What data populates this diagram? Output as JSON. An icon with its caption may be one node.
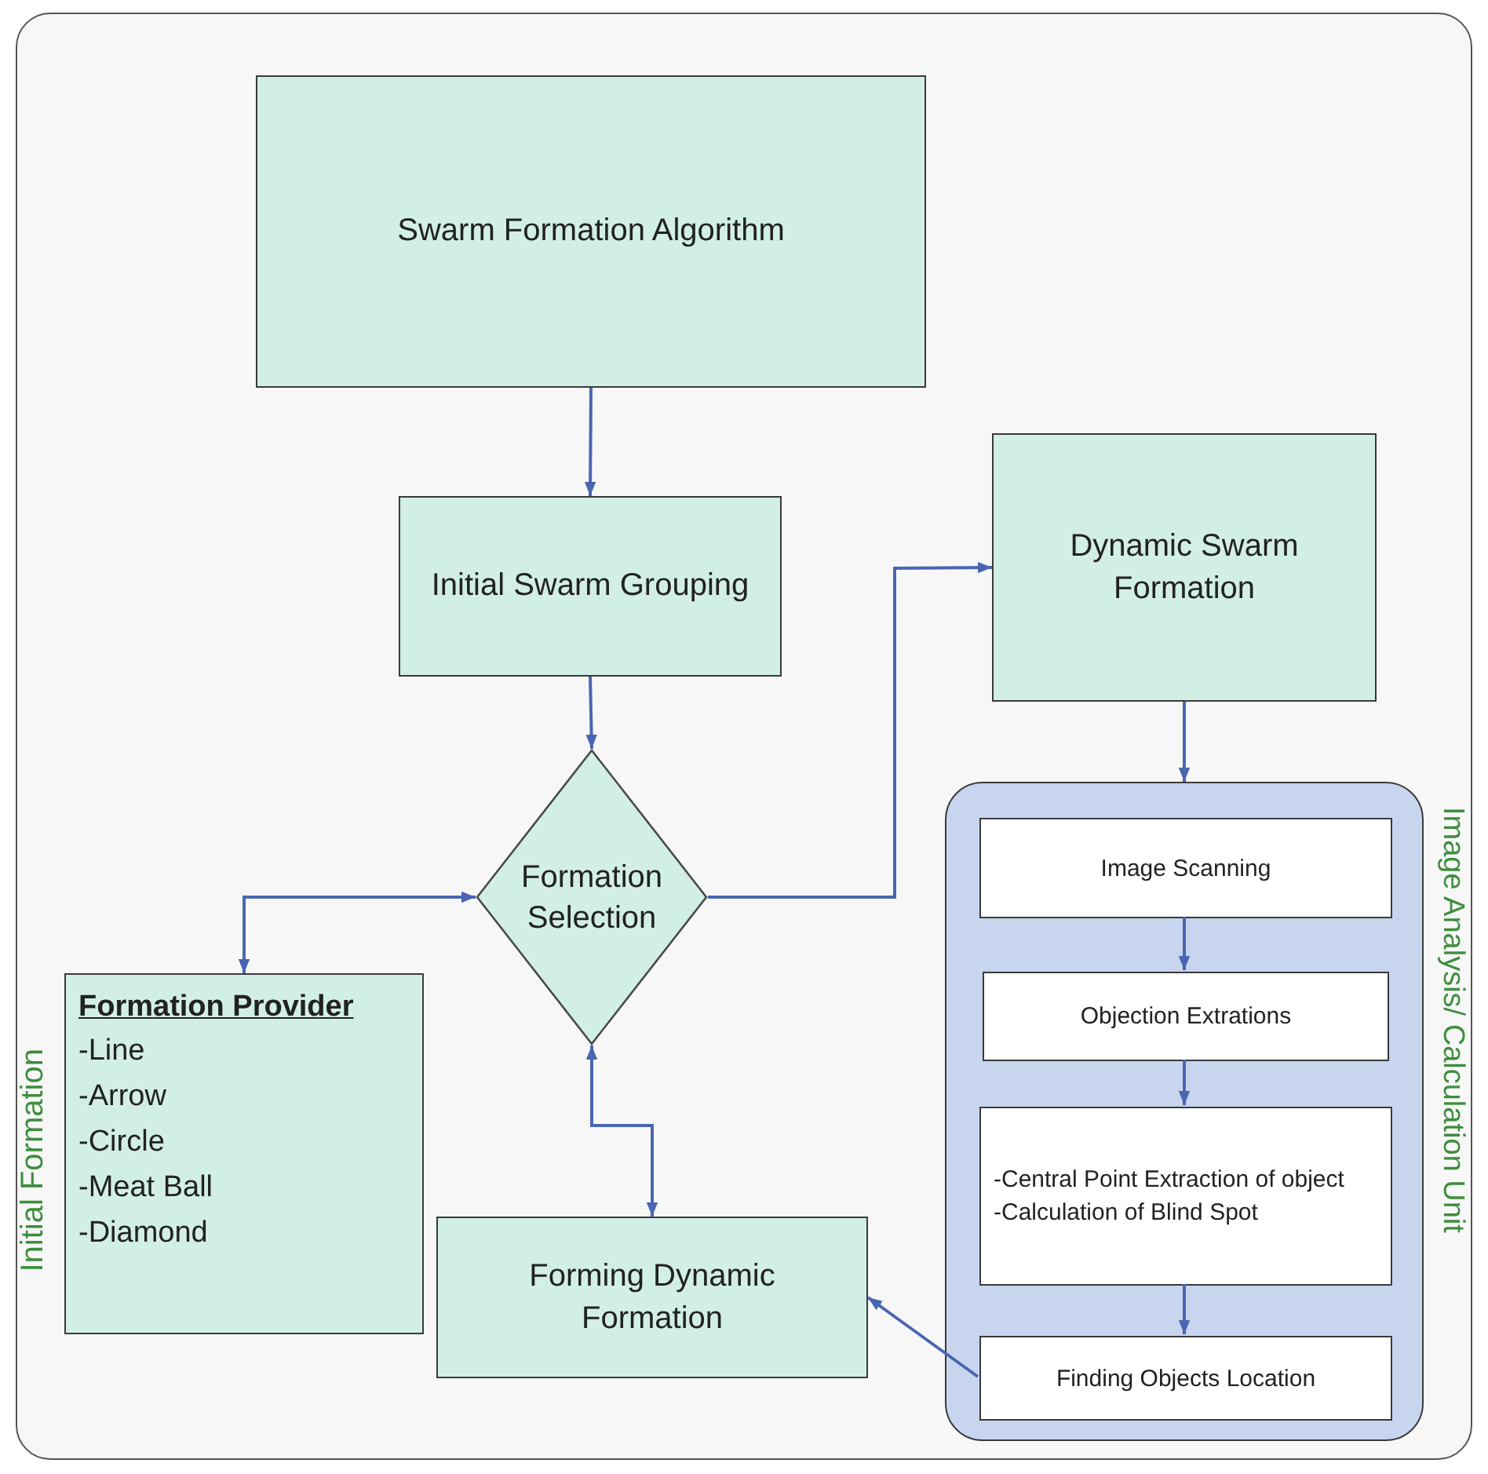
{
  "diagram": {
    "nodes": [
      {
        "text": [
          "Swarm Formation Algorithm"
        ]
      },
      {
        "text": [
          "Initial Swarm Grouping"
        ]
      },
      {
        "text": [
          "Formation Selection"
        ]
      },
      {
        "text": [
          "Dynamic Swarm Formation"
        ]
      },
      {
        "text": [
          "Initial Formation",
          "Formation Provider",
          "-Line",
          "-Arrow",
          "-Circle",
          "-Meat Ball",
          "-Diamond"
        ]
      },
      {
        "text": [
          "Forming Dynamic Formation"
        ]
      },
      {
        "text": [
          "Image Analysis/ Calculation Unit"
        ]
      },
      {
        "text": [
          "Image Scanning"
        ],
        "in": 6
      },
      {
        "text": [
          "Objection Extrations"
        ],
        "in": 6
      },
      {
        "text": [
          "-Central Point Extraction of object",
          "-Calculation of Blind Spot"
        ],
        "in": 6
      },
      {
        "text": [
          "Finding Objects Location"
        ],
        "in": 6
      }
    ],
    "edges": [
      {
        "from": 0,
        "to": 1,
        "arrow": "to"
      },
      {
        "from": 1,
        "to": 2,
        "arrow": "to"
      },
      {
        "from": 2,
        "to": 3,
        "arrow": "to"
      },
      {
        "from": 2,
        "to": 4,
        "arrow": "both"
      },
      {
        "from": 2,
        "to": 5,
        "arrow": "both"
      },
      {
        "from": 3,
        "to": 6,
        "arrow": "to"
      },
      {
        "from": 7,
        "to": 8,
        "arrow": "to"
      },
      {
        "from": 8,
        "to": 9,
        "arrow": "to"
      },
      {
        "from": 9,
        "to": 10,
        "arrow": "to"
      },
      {
        "from": 10,
        "to": 5,
        "arrow": "to"
      }
    ]
  }
}
